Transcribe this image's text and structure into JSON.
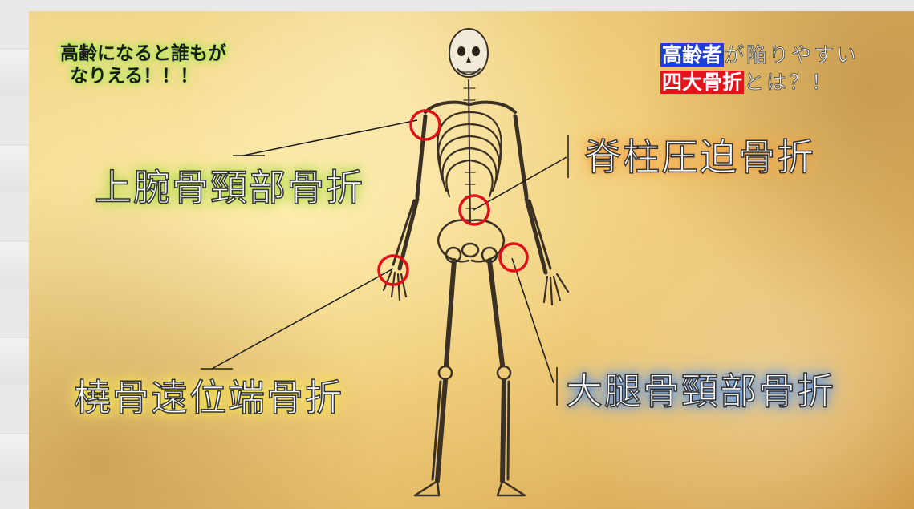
{
  "top_left_note": {
    "line1": "高齢になると誰もが",
    "line2": "なりえる！！！"
  },
  "top_right_title": {
    "line1_highlight": "高齢者",
    "line1_rest": "が陥りやすい",
    "line2_highlight": "四大骨折",
    "line2_rest": "とは？！"
  },
  "fracture_labels": {
    "humerus": "上腕骨頸部骨折",
    "spine": "脊柱圧迫骨折",
    "radius": "橈骨遠位端骨折",
    "femur": "大腿骨頸部骨折"
  },
  "colors": {
    "marker_circle": "#e0101a",
    "highlight_blue": "#1e3fd4",
    "highlight_red": "#e5141c",
    "glow_green": "#9ccf33",
    "glow_orange": "#f09a3a",
    "glow_yellow": "#f2df3a",
    "glow_blue": "#4c86d8"
  }
}
